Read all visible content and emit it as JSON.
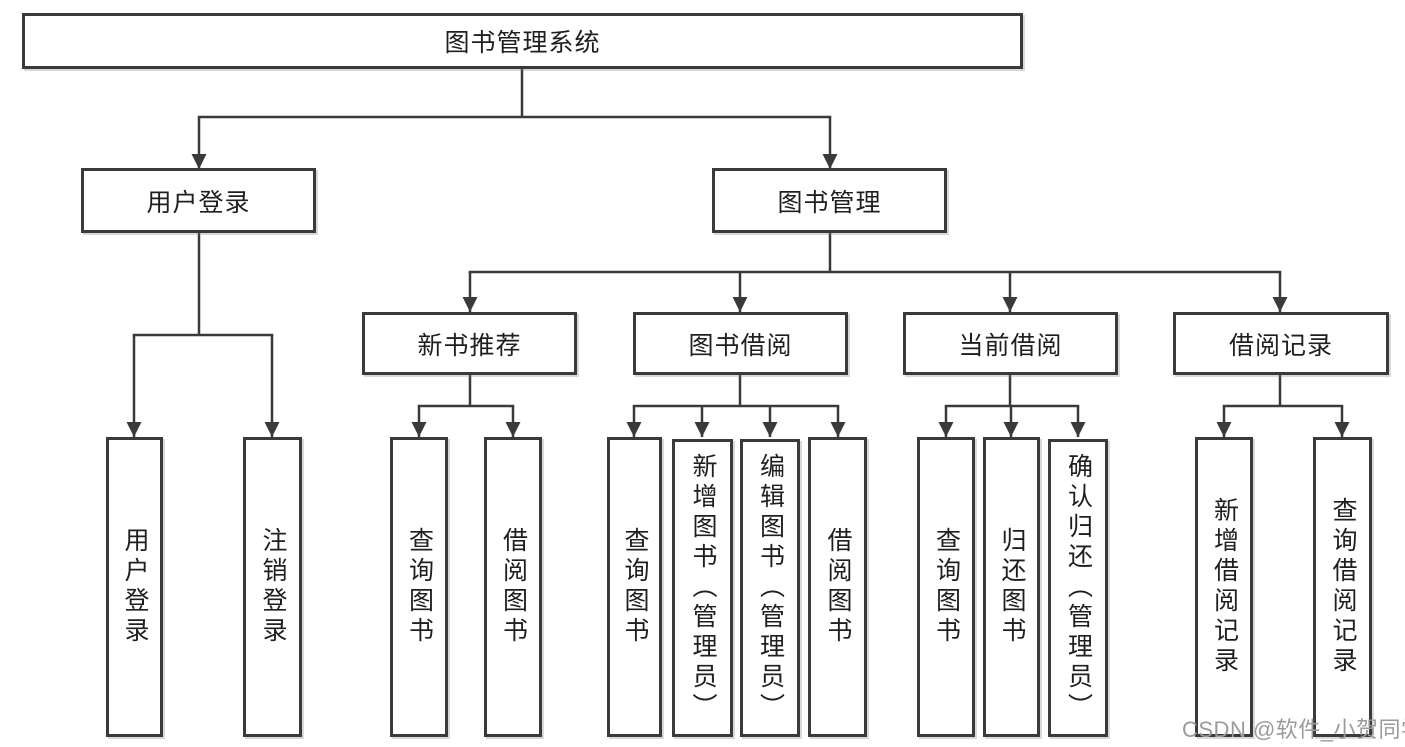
{
  "diagram": {
    "root": {
      "label": "图书管理系统"
    },
    "level2": [
      {
        "label": "用户登录"
      },
      {
        "label": "图书管理"
      }
    ],
    "level3": [
      {
        "label": "新书推荐"
      },
      {
        "label": "图书借阅"
      },
      {
        "label": "当前借阅"
      },
      {
        "label": "借阅记录"
      }
    ],
    "leaves": {
      "user_login": [
        {
          "label": "用户登录"
        },
        {
          "label": "注销登录"
        }
      ],
      "new_book": [
        {
          "label": "查询图书"
        },
        {
          "label": "借阅图书"
        }
      ],
      "book_borrow": [
        {
          "label": "查询图书"
        },
        {
          "label": "新增图书（管理员）"
        },
        {
          "label": "编辑图书（管理员）"
        },
        {
          "label": "借阅图书"
        }
      ],
      "current_borrow": [
        {
          "label": "查询图书"
        },
        {
          "label": "归还图书"
        },
        {
          "label": "确认归还（管理员）"
        }
      ],
      "records": [
        {
          "label": "新增借阅记录"
        },
        {
          "label": "查询借阅记录"
        }
      ]
    },
    "colors": {
      "line": "#3a3a3a",
      "box_border": "#3a3a3a",
      "box_fill": "#ffffff",
      "text": "#1f1f1f"
    }
  },
  "watermark": {
    "text": "CSDN @软件_小贺同学",
    "color": "#9b9b9b"
  }
}
